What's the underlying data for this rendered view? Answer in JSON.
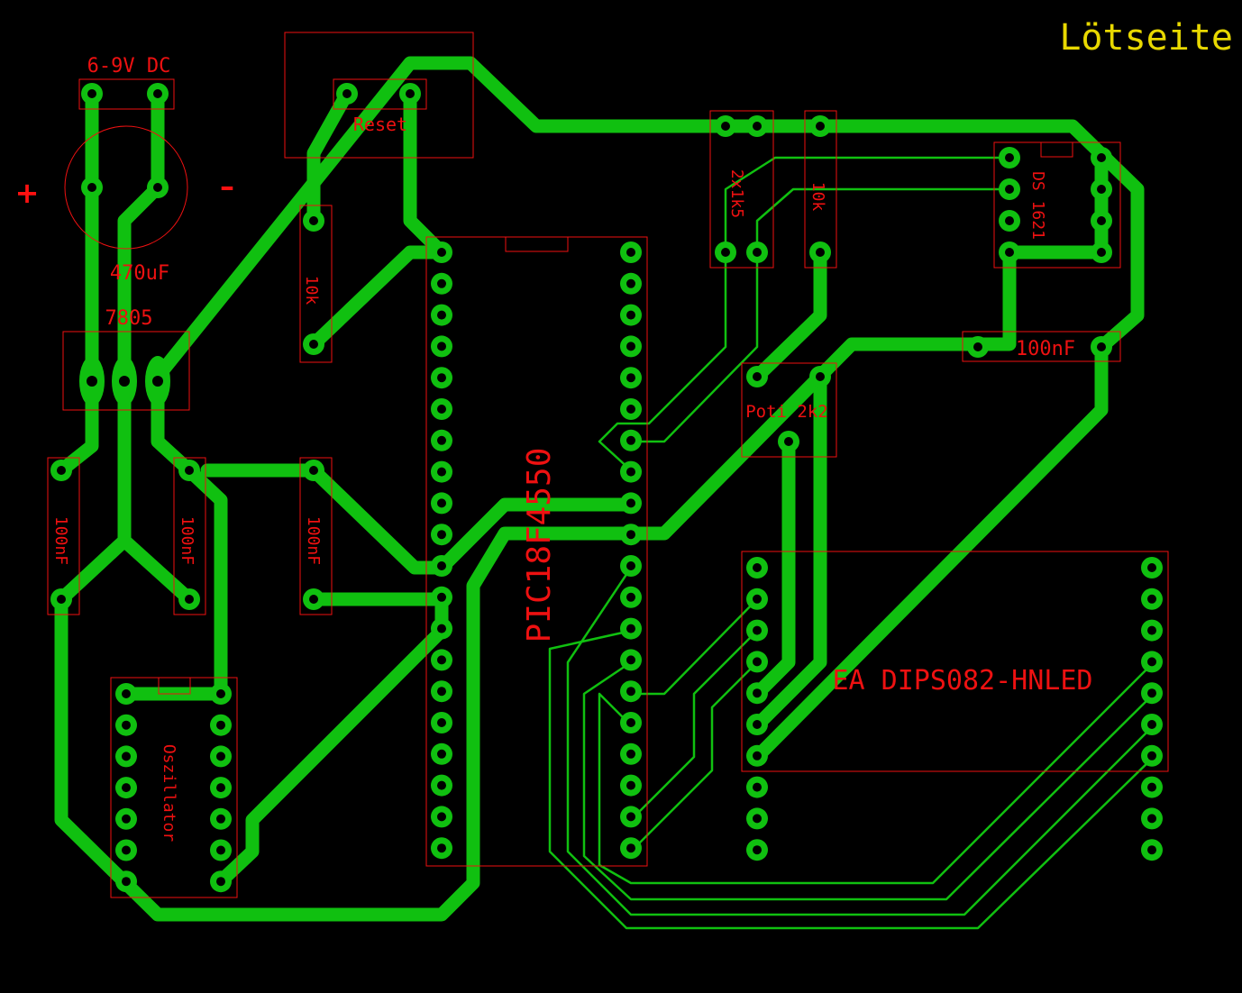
{
  "title": "Lötseite",
  "signs": {
    "plus": "+",
    "minus": "–"
  },
  "labels": {
    "dc_in": "6-9V DC",
    "reset": "Reset",
    "cap_470": "470uF",
    "regulator": "7805",
    "r_10k_a": "10k",
    "r_10k_b": "10k",
    "cap_100n_a": "100nF",
    "cap_100n_b": "100nF",
    "cap_100n_c": "100nF",
    "cap_100n_d": "100nF",
    "oscillator": "Oszillator",
    "mcu": "PIC18F4550",
    "r_2x1k5": "2x1k5",
    "sensor": "DS 1621",
    "poti": "Poti 2k2",
    "lcd": "EA DIPS082-HNLED"
  },
  "colors": {
    "background": "#000000",
    "copper": "#10c010",
    "silkscreen": "#ee1111",
    "title": "#e8d800"
  }
}
